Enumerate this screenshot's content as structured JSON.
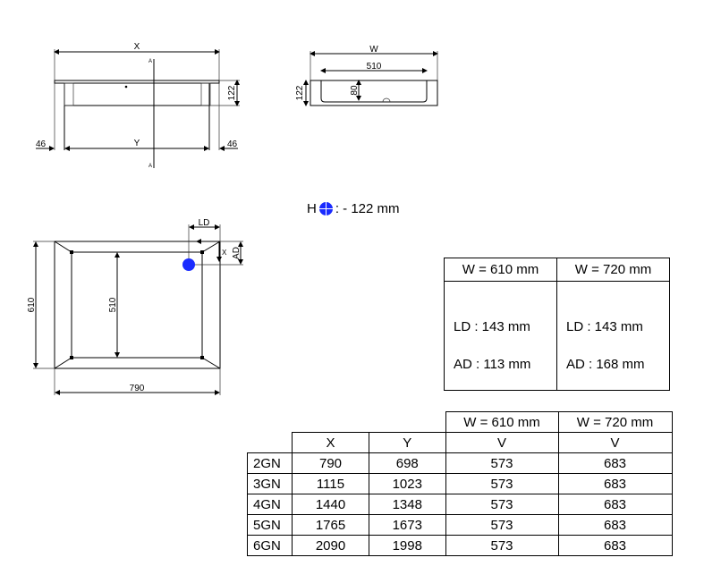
{
  "front_view": {
    "x_label": "X",
    "y_label": "Y",
    "left_margin": "46",
    "right_margin": "46",
    "height": "122",
    "section_mark": "A"
  },
  "side_view": {
    "w_label": "W",
    "inner_width": "510",
    "height": "122",
    "depth": "80"
  },
  "plan_view": {
    "depth": "610",
    "inner_depth": "510",
    "width": "790",
    "ld_label": "LD",
    "ad_label": "AD",
    "x_label": "X"
  },
  "drain_height": {
    "prefix": "H",
    "icon": "drain-symbol-icon",
    "value": ": - 122 mm",
    "color": "#1a2bff"
  },
  "drain_table": {
    "headers": [
      "W = 610 mm",
      "W = 720 mm"
    ],
    "ld": [
      "LD : 143 mm",
      "LD : 143 mm"
    ],
    "ad": [
      "AD : 113 mm",
      "AD :  168 mm"
    ]
  },
  "size_table": {
    "top_headers": [
      "W = 610 mm",
      "W = 720 mm"
    ],
    "headers": [
      "X",
      "Y",
      "V",
      "V"
    ],
    "rows": [
      [
        "2GN",
        "790",
        "698",
        "573",
        "683"
      ],
      [
        "3GN",
        "1115",
        "1023",
        "573",
        "683"
      ],
      [
        "4GN",
        "1440",
        "1348",
        "573",
        "683"
      ],
      [
        "5GN",
        "1765",
        "1673",
        "573",
        "683"
      ],
      [
        "6GN",
        "2090",
        "1998",
        "573",
        "683"
      ]
    ]
  }
}
